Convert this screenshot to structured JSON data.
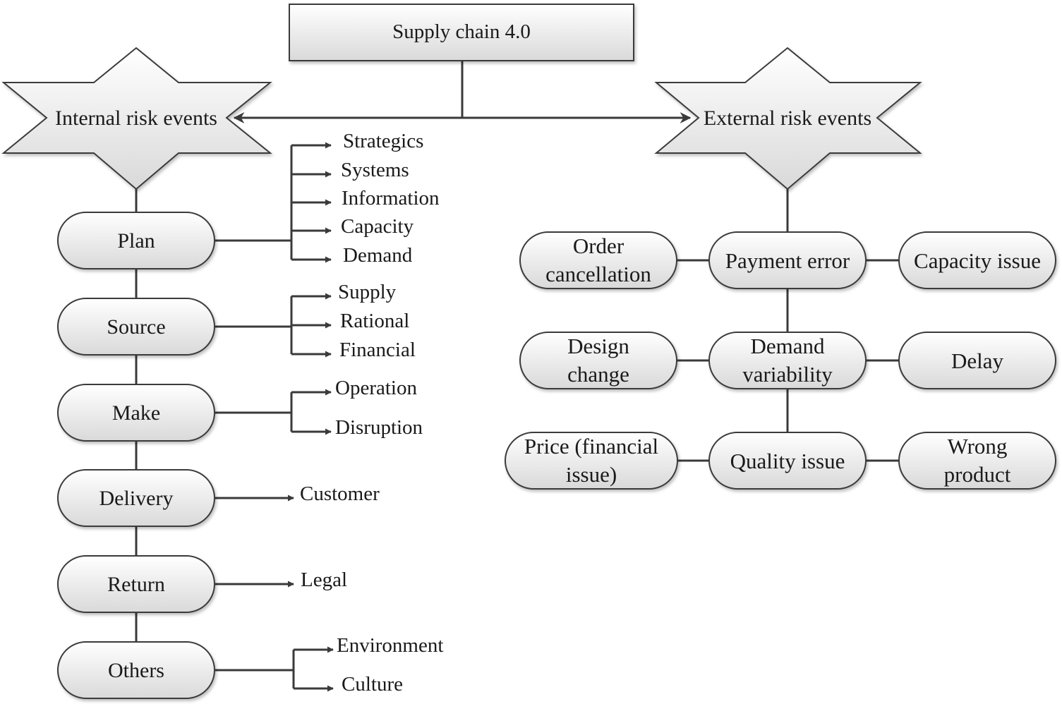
{
  "title": "Supply chain 4.0",
  "internal": {
    "label": "Internal risk events",
    "stages": [
      {
        "label": "Plan",
        "items": [
          "Strategics",
          "Systems",
          "Information",
          "Capacity",
          "Demand"
        ]
      },
      {
        "label": "Source",
        "items": [
          "Supply",
          "Rational",
          "Financial"
        ]
      },
      {
        "label": "Make",
        "items": [
          "Operation",
          "Disruption"
        ]
      },
      {
        "label": "Delivery",
        "items": [
          "Customer"
        ]
      },
      {
        "label": "Return",
        "items": [
          "Legal"
        ]
      },
      {
        "label": "Others",
        "items": [
          "Environment",
          "Culture"
        ]
      }
    ]
  },
  "external": {
    "label": "External risk events",
    "rows": [
      {
        "left": [
          "Order",
          "cancellation"
        ],
        "center": [
          "Payment error"
        ],
        "right": [
          "Capacity issue"
        ]
      },
      {
        "left": [
          "Design",
          "change"
        ],
        "center": [
          "Demand",
          "variability"
        ],
        "right": [
          "Delay"
        ]
      },
      {
        "left": [
          "Price (financial",
          "issue)"
        ],
        "center": [
          "Quality issue"
        ],
        "right": [
          "Wrong",
          "product"
        ]
      }
    ]
  },
  "colors": {
    "line": "#3a3a3a",
    "fill_top": "#ffffff",
    "fill_bottom": "#dcdcdc",
    "text": "#1a1a1a"
  }
}
